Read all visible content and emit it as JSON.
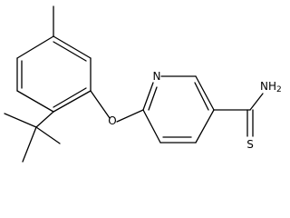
{
  "molecule": {
    "atoms": {
      "nitrogen": "N",
      "oxygen": "O",
      "amine": "NH",
      "amine_subscript": "2",
      "sulfur": "S"
    }
  }
}
